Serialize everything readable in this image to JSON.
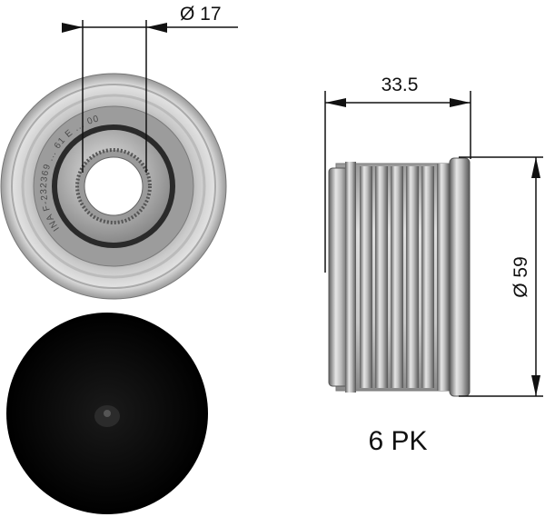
{
  "dimensions": {
    "bore_diameter": "Ø 17",
    "width": "33.5",
    "outer_diameter": "Ø 59"
  },
  "profile": "6 PK",
  "engraving": "INA F-232369 ... 61 E ... 00",
  "colors": {
    "metal_light": "#d8d8d8",
    "metal_dark": "#6e6e6e",
    "cap": "#0a0a0a",
    "line": "#111111"
  }
}
